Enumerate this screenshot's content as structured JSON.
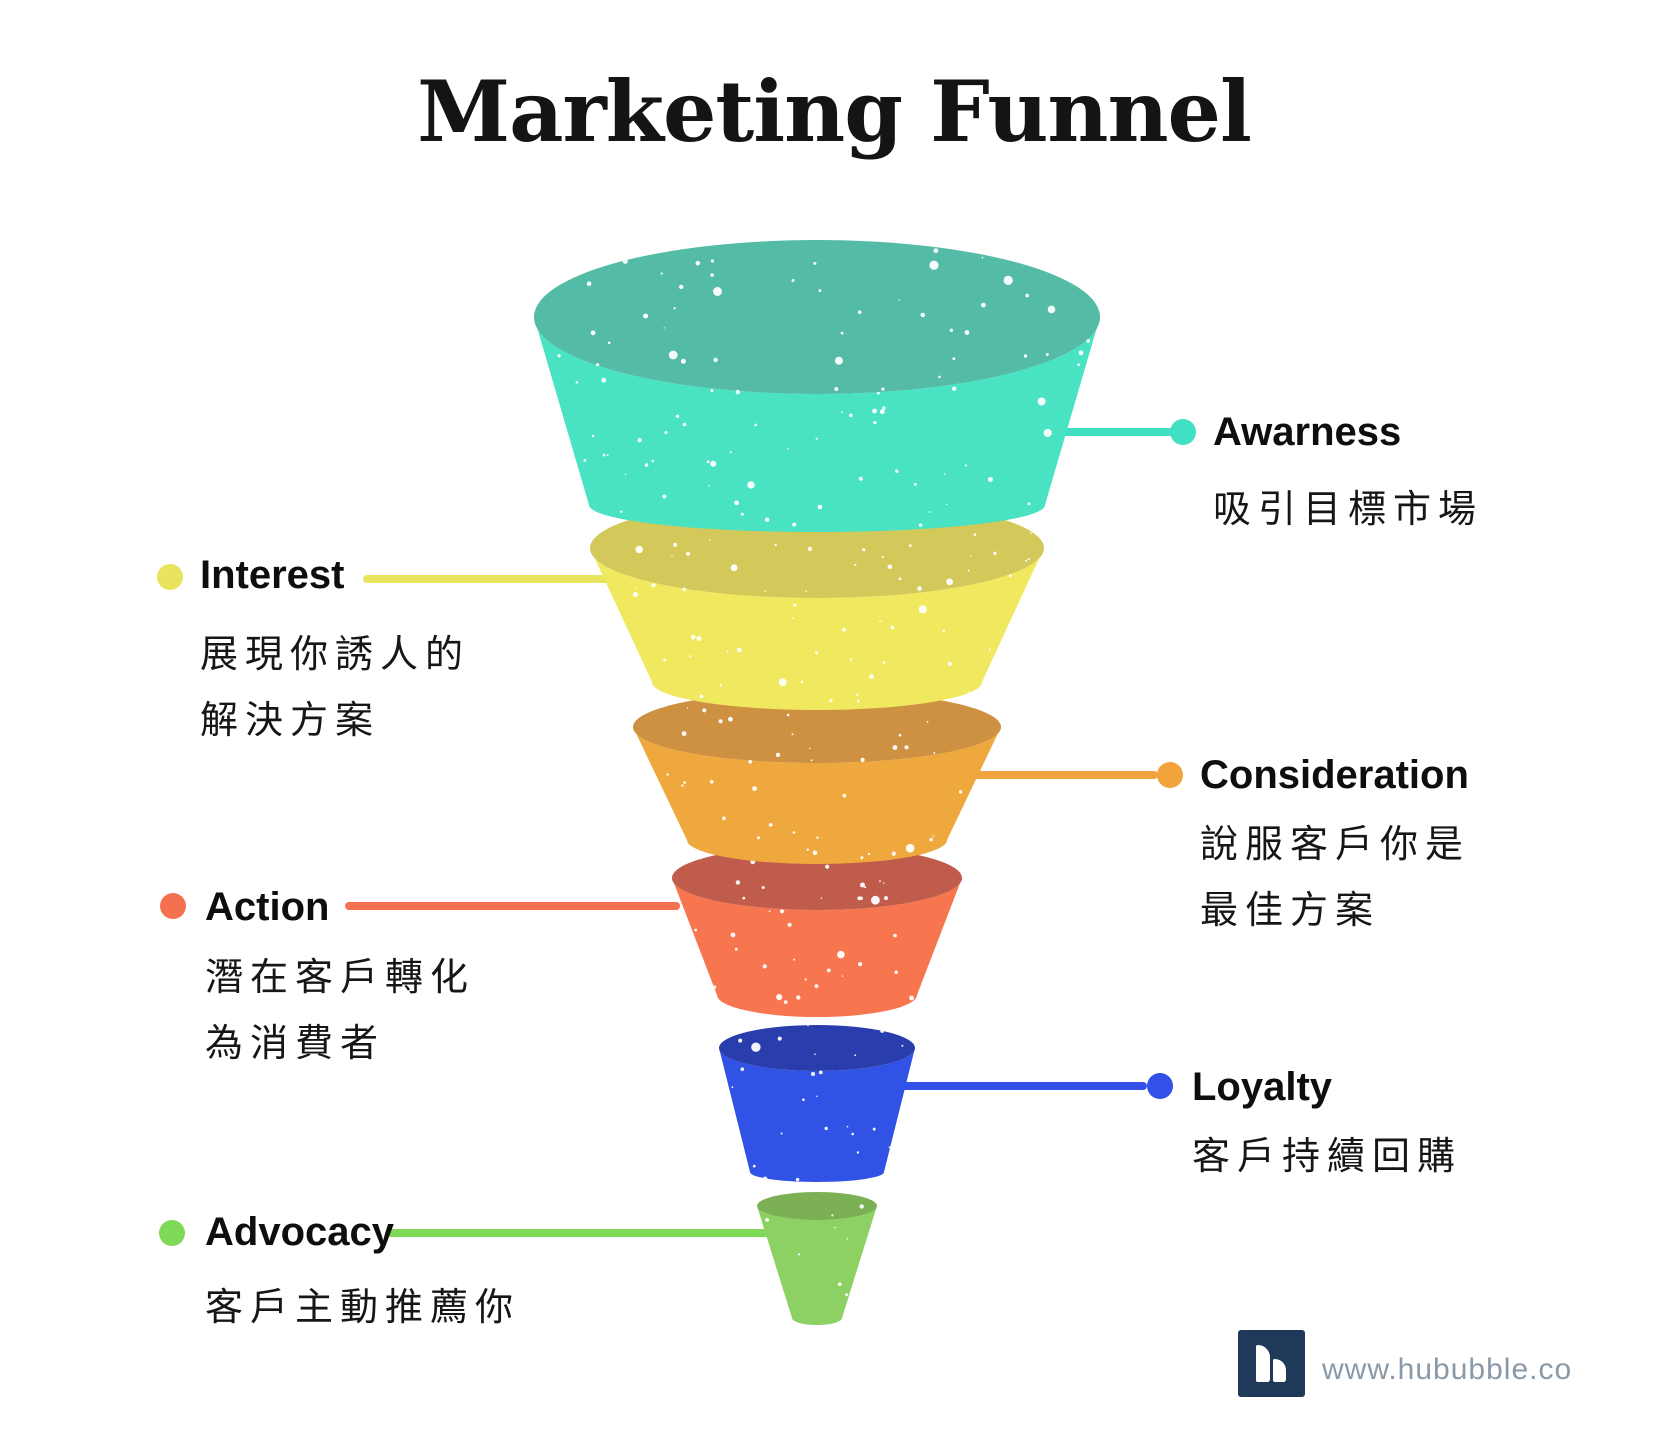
{
  "title": "Marketing Funnel",
  "diagram": {
    "type": "funnel",
    "stages": [
      {
        "key": "awareness",
        "label": "Awarness",
        "description": "吸引目標市場",
        "side": "right",
        "accent_color": "#42E0C2",
        "body_color": "#49E3C4",
        "rim_color": "#54BBA6"
      },
      {
        "key": "interest",
        "label": "Interest",
        "description": "展現你誘人的\n解決方案",
        "side": "left",
        "accent_color": "#E8E45E",
        "body_color": "#F0E95F",
        "rim_color": "#D3C85A"
      },
      {
        "key": "consideration",
        "label": "Consideration",
        "description": "說服客戶你是\n最佳方案",
        "side": "right",
        "accent_color": "#F2A33C",
        "body_color": "#EFA83D",
        "rim_color": "#CE9142"
      },
      {
        "key": "action",
        "label": "Action",
        "description": "潛在客戶轉化\n為消費者",
        "side": "left",
        "accent_color": "#F4714F",
        "body_color": "#F7754F",
        "rim_color": "#C05C4C"
      },
      {
        "key": "loyalty",
        "label": "Loyalty",
        "description": "客戶持續回購",
        "side": "right",
        "accent_color": "#3351E8",
        "body_color": "#3153E5",
        "rim_color": "#2A3DAC"
      },
      {
        "key": "advocacy",
        "label": "Advocacy",
        "description": "客戶主動推薦你",
        "side": "left",
        "accent_color": "#7ED957",
        "body_color": "#8DD165",
        "rim_color": "#7BB054"
      }
    ]
  },
  "footer": {
    "url": "www.hububble.co",
    "logo_bg": "#1E3A58",
    "url_color": "#8A99A7"
  }
}
